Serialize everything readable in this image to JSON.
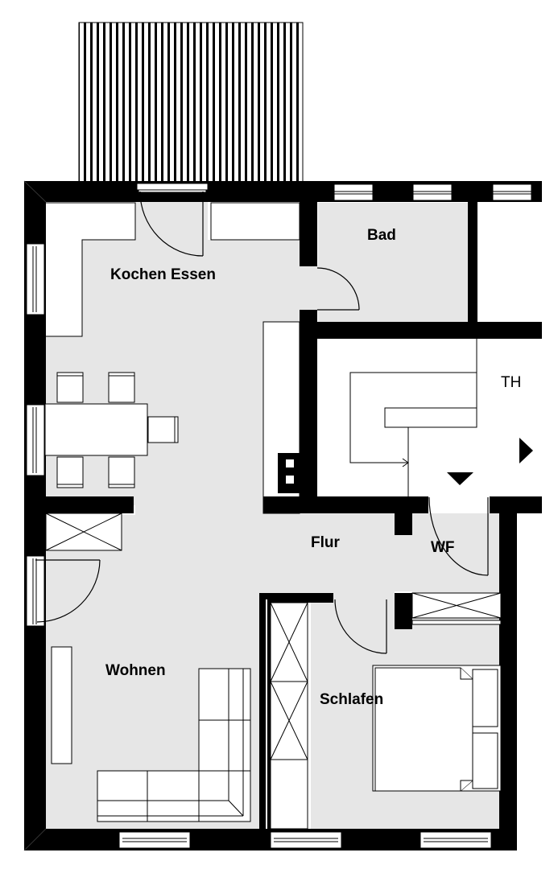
{
  "floorplan": {
    "rooms": [
      {
        "id": "kochen-essen",
        "label": "Kochen Essen"
      },
      {
        "id": "bad",
        "label": "Bad"
      },
      {
        "id": "th",
        "label": "TH"
      },
      {
        "id": "flur",
        "label": "Flur"
      },
      {
        "id": "wf",
        "label": "WF"
      },
      {
        "id": "wohnen",
        "label": "Wohnen"
      },
      {
        "id": "schlafen",
        "label": "Schlafen"
      }
    ],
    "colors": {
      "wall": "#000000",
      "floor": "#e6e6e6",
      "furniture": "#ffffff",
      "background": "#ffffff"
    },
    "icons": [
      "balcony-hatch",
      "window",
      "door-swing",
      "stair",
      "arrow-right",
      "arrow-down",
      "dining-table",
      "chair",
      "sofa",
      "bed",
      "wardrobe",
      "tv-board",
      "stove"
    ]
  }
}
